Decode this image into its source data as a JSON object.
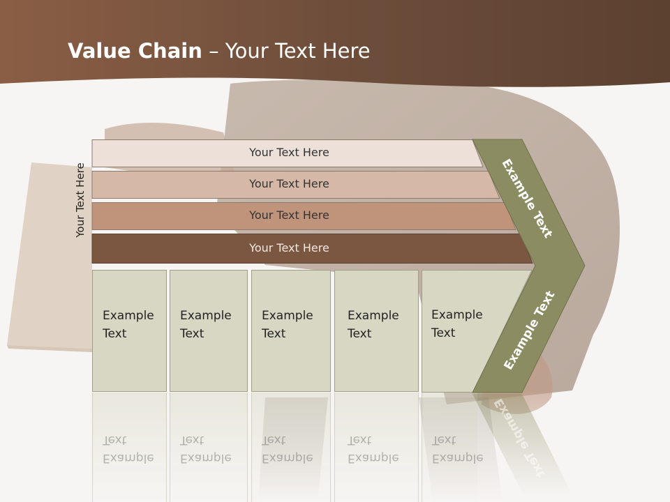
{
  "slide": {
    "title_bold": "Value Chain",
    "title_rest": " – Your Text Here",
    "side_label": "Your Text Here"
  },
  "support_bars": [
    {
      "label": "Your Text Here",
      "fill": "#ece0d8",
      "text_color": "#333333"
    },
    {
      "label": "Your Text Here",
      "fill": "#d5b8a6",
      "text_color": "#333333"
    },
    {
      "label": "Your Text Here",
      "fill": "#c0947a",
      "text_color": "#333333"
    },
    {
      "label": "Your Text Here",
      "fill": "#7b5742",
      "text_color": "#f2e8e0"
    }
  ],
  "primary_boxes": [
    {
      "line1": "Example",
      "line2": "Text"
    },
    {
      "line1": "Example",
      "line2": "Text"
    },
    {
      "line1": "Example",
      "line2": "Text"
    },
    {
      "line1": "Example",
      "line2": "Text"
    },
    {
      "line1": "Example",
      "line2": "Text"
    }
  ],
  "chevron": {
    "top_text": "Example Text",
    "bottom_text": "Example Text",
    "color": "#8c8c62"
  },
  "colors": {
    "header_brown": "#7b5540",
    "box_fill": "#d7d7c3"
  }
}
